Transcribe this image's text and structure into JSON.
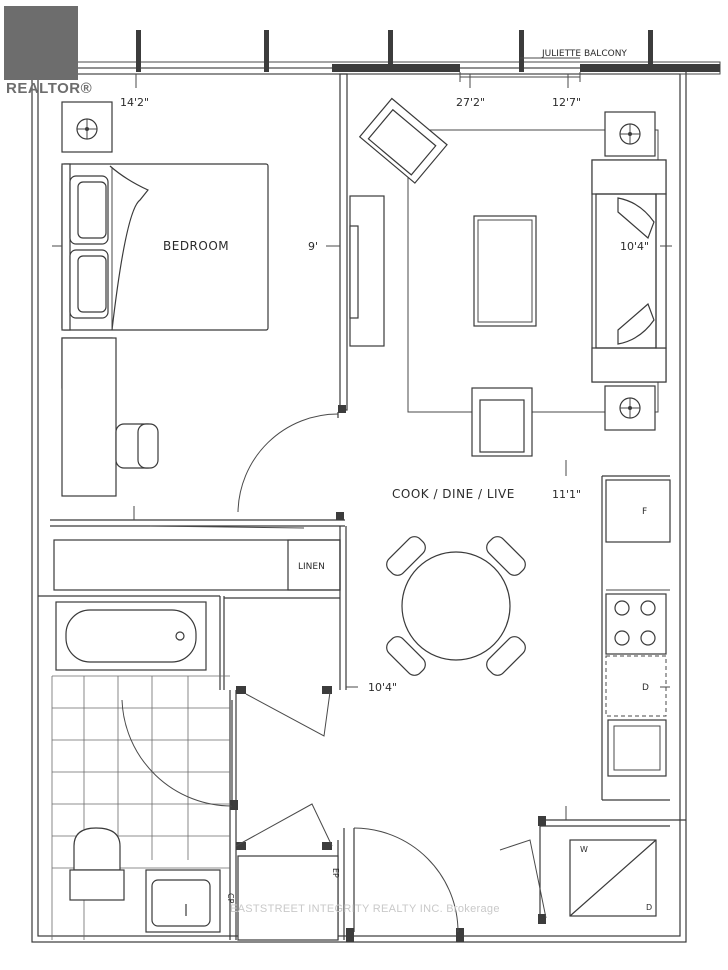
{
  "branding": {
    "logo_text": "REALTOR®",
    "watermark": "EASTSTREET INTEGRITY REALTY INC. Brokerage"
  },
  "labels": {
    "balcony": "JULIETTE BALCONY",
    "bedroom": "BEDROOM",
    "living": "COOK / DINE / LIVE",
    "linen": "LINEN",
    "fridge": "F",
    "dishwasher": "D",
    "washer": "W",
    "dryer": "D",
    "cp": "CP",
    "ep": "EP"
  },
  "dimensions": {
    "bed_width": "14'2\"",
    "balcony_width_1": "27'2\"",
    "balcony_width_2": "12'7\"",
    "bed_depth": "9'",
    "living_depth": "10'4\"",
    "kitchen_depth": "11'1\"",
    "hall_width": "10'4\""
  },
  "colors": {
    "line": "#3a3a3a",
    "logo": "#6d6d6d",
    "watermark": "#c9c9c9"
  }
}
